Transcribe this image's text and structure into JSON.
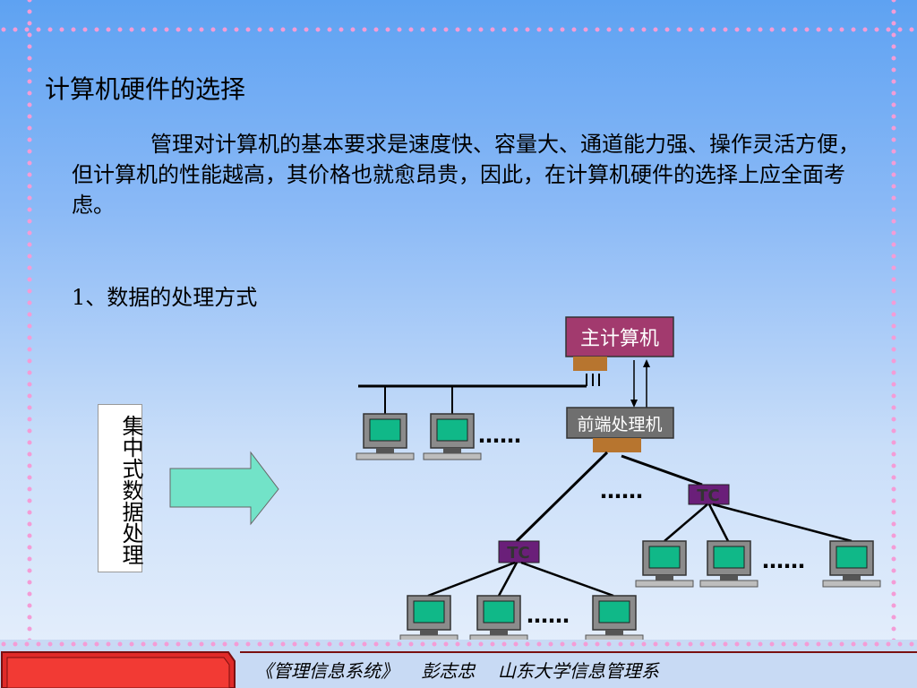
{
  "title": "计算机硬件的选择",
  "paragraph": "管理对计算机的基本要求是速度快、容量大、通道能力强、操作灵活方便，但计算机的性能越高，其价格也就愈昂贵，因此，在计算机硬件的选择上应全面考虑。",
  "subtitle": "1、数据的处理方式",
  "vertical_label": "集中式数据处理",
  "diagram": {
    "host_label": "主计算机",
    "frontend_label": "前端处理机",
    "tc1_label": "TC",
    "tc2_label": "TC",
    "ellipsis1": "……",
    "ellipsis2": "……",
    "ellipsis3": "……",
    "ellipsis4": "……"
  },
  "footer": {
    "text": "《管理信息系统》    彭志忠    山东大学信息管理系"
  },
  "colors": {
    "host_box": "#a23a6e",
    "frontend_box": "#6f6f6f",
    "tc_box": "#6a1f79",
    "connector": "#b7752f",
    "arrow_fill": "#72e3c8",
    "dot_color": "#f49cd6",
    "screen": "#10b888"
  }
}
